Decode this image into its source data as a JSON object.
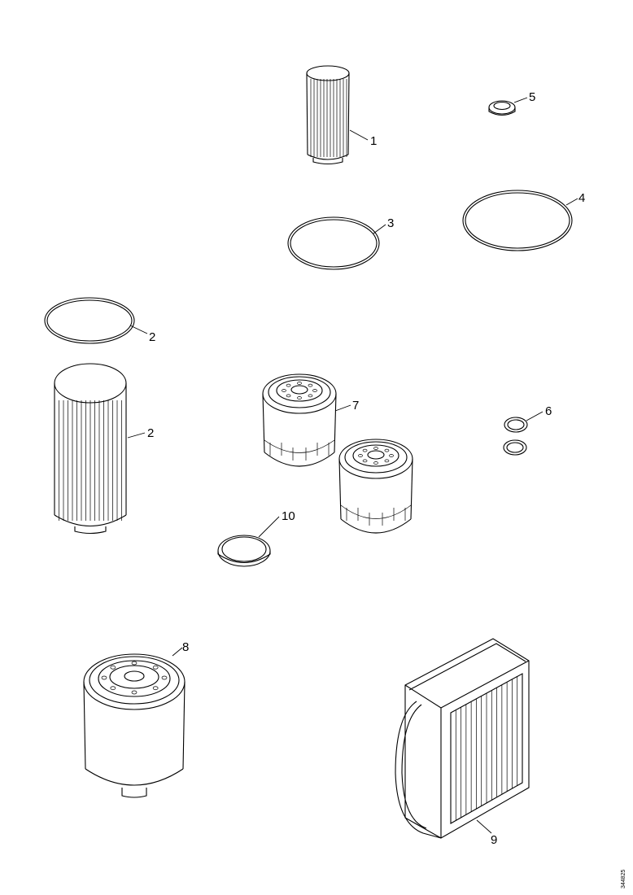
{
  "callouts": {
    "c1": "1",
    "c2a": "2",
    "c2b": "2",
    "c3": "3",
    "c4": "4",
    "c5": "5",
    "c6": "6",
    "c7": "7",
    "c8": "8",
    "c9": "9",
    "c10": "10"
  },
  "ref_code": "344825",
  "colors": {
    "line": "#000000",
    "background": "#ffffff"
  }
}
